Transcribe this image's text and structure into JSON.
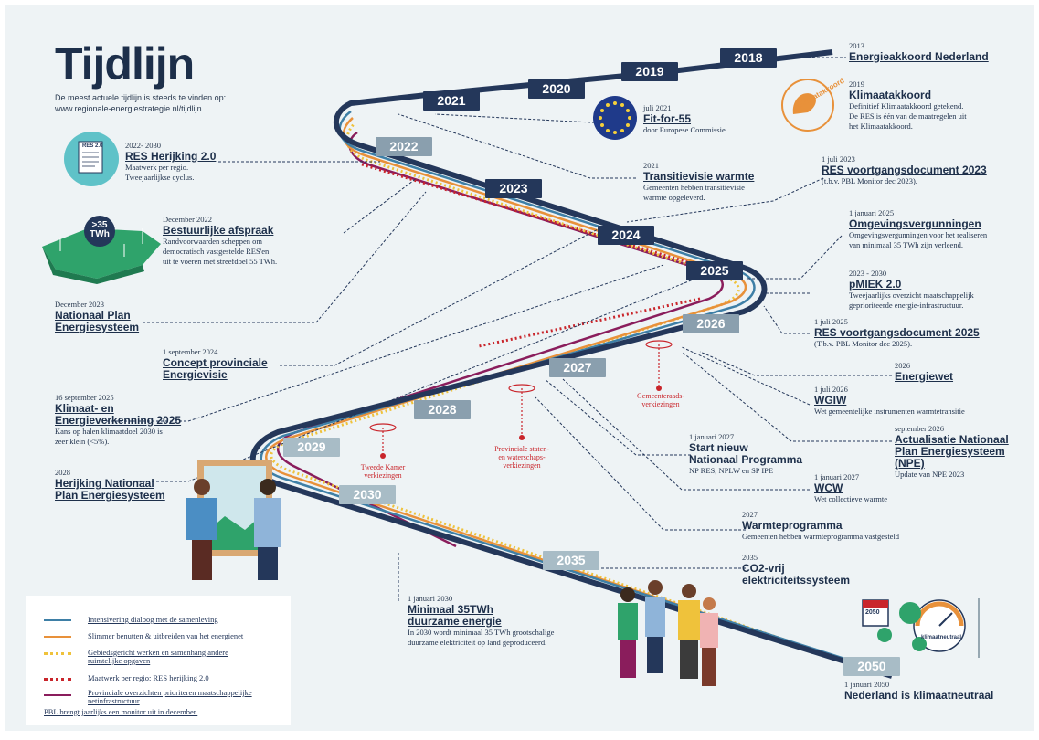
{
  "title": "Tijdlijn",
  "subtitle_line1": "De meest actuele tijdlijn is steeds te vinden op:",
  "subtitle_line2": "www.regionale-energiestrategie.nl/tijdlijn",
  "years": [
    "2018",
    "2019",
    "2020",
    "2021",
    "2022",
    "2023",
    "2024",
    "2025",
    "2026",
    "2027",
    "2028",
    "2029",
    "2030",
    "2035",
    "2050"
  ],
  "colors": {
    "navy": "#24375a",
    "blue": "#3e7fa6",
    "orange": "#e8913a",
    "yellow": "#efc23b",
    "red": "#c9252b",
    "purple": "#8a1d5c",
    "teal": "#5fc2c8"
  },
  "events": {
    "e2013": {
      "date": "2013",
      "title": "Energieakkoord Nederland"
    },
    "e2019": {
      "date": "2019",
      "title": "Klimaatakkoord",
      "body1": "Definitief Klimaatakkoord getekend.",
      "body2": "De RES is één van de maatregelen uit",
      "body3": "het Klimaatakkoord."
    },
    "fit55": {
      "date": "juli 2021",
      "title": "Fit-for-55",
      "body1": "door Europese Commissie."
    },
    "transitie": {
      "date": "2021",
      "title": "Transitievisie warmte",
      "body1": "Gemeenten hebben transitievisie",
      "body2": "warmte opgeleverd."
    },
    "herijking": {
      "date": "2022- 2030",
      "title": "RES Herijking 2.0",
      "body1": "Maatwerk per regio.",
      "body2": "Tweejaarlijkse cyclus."
    },
    "bestuur": {
      "date": "December 2022",
      "title": "Bestuurlijke afspraak",
      "body1": "Randvoorwaarden scheppen om",
      "body2": "democratisch vastgestelde RES'en",
      "body3": "uit te voeren met streefdoel 55 TWh."
    },
    "npe": {
      "date": "December 2023",
      "title1": "Nationaal Plan",
      "title2": "Energiesysteem"
    },
    "cpe": {
      "date": "1 september 2024",
      "title1": "Concept provinciale",
      "title2": "Energievisie"
    },
    "kev": {
      "date": "16 september 2025",
      "title1": "Klimaat- en",
      "title2": "Energieverkenning 2025",
      "body1": "Kans op halen klimaatdoel 2030 is",
      "body2": "zeer klein (<5%)."
    },
    "hnpe": {
      "date": "2028",
      "title1": "Herijking Nationaal",
      "title2": "Plan Energiesysteem"
    },
    "resv23": {
      "date": "1 juli 2023",
      "title": "RES voortgangsdocument 2023",
      "body1": "(t.b.v. PBL Monitor dec 2023)."
    },
    "omg": {
      "date": "1 januari 2025",
      "title": "Omgevingsvergunningen",
      "body1": "Omgevingsvergunningen voor het realiseren",
      "body2": "van minimaal 35 TWh zijn verleend."
    },
    "pmiek": {
      "date": "2023 - 2030",
      "title": "pMIEK 2.0",
      "body1": "Tweejaarlijks overzicht maatschappelijk",
      "body2": "geprioriteerde energie-infrastructuur."
    },
    "resv25": {
      "date": "1 juli 2025",
      "title": "RES voortgangsdocument 2025",
      "body1": "(T.b.v. PBL Monitor dec 2025)."
    },
    "ewet": {
      "date": "2026",
      "title": "Energiewet"
    },
    "wgiw": {
      "date": "1 juli 2026",
      "title": "WGIW",
      "body1": "Wet gemeentelijke instrumenten warmtetransitie"
    },
    "anpe": {
      "date": "september 2026",
      "title1": "Actualisatie Nationaal",
      "title2": "Plan Energiesysteem (NPE)",
      "body1": "Update van NPE 2023"
    },
    "snnp": {
      "date": "1 januari 2027",
      "title1": "Start nieuw",
      "title2": "Nationaal Programma",
      "body1": "NP RES, NPLW en SP IPE"
    },
    "wcw": {
      "date": "1 januari 2027",
      "title": "WCW",
      "body1": "Wet collectieve warmte"
    },
    "wp": {
      "date": "2027",
      "title": "Warmteprogramma",
      "body1": "Gemeenten hebben warmteprogramma vastgesteld"
    },
    "co2": {
      "date": "2035",
      "title1": "CO2-vrij",
      "title2": "elektriciteitssysteem"
    },
    "m35": {
      "date": "1 januari 2030",
      "title1": "Minimaal 35TWh",
      "title2": "duurzame energie",
      "body1": "In 2030 wordt minimaal 35 TWh grootschalige",
      "body2": "duurzame elektriciteit op land geproduceerd."
    },
    "kn": {
      "date": "1 januari 2050",
      "title": "Nederland is klimaatneutraal"
    }
  },
  "elections": {
    "gem1": "Gemeenteraads-",
    "gem2": "verkiezingen",
    "prov1": "Provinciale staten-",
    "prov2": "en waterschaps-",
    "prov3": "verkiezingen",
    "tk1": "Tweede Kamer",
    "tk2": "verkiezingen"
  },
  "badges": {
    "res": "RES 2.0",
    "twh1": ">35",
    "twh2": "TWh",
    "klimaat": "Klimaatakkoord",
    "kn2050": "2050",
    "klimaatneutraal": "klimaatneutraal"
  },
  "legend": {
    "items": [
      "Intensivering dialoog met de samenleving",
      "Slimmer benutten & uitbreiden van het energienet",
      "Gebiedsgericht werken en samenhang andere",
      "ruimtelijke opgaven",
      "Maatwerk per regio: RES herijking 2.0",
      "Provinciale overzichten prioriteren maatschappelijke",
      "netinfrastructuur"
    ],
    "note": "PBL brengt jaarlijks een monitor uit in december."
  }
}
